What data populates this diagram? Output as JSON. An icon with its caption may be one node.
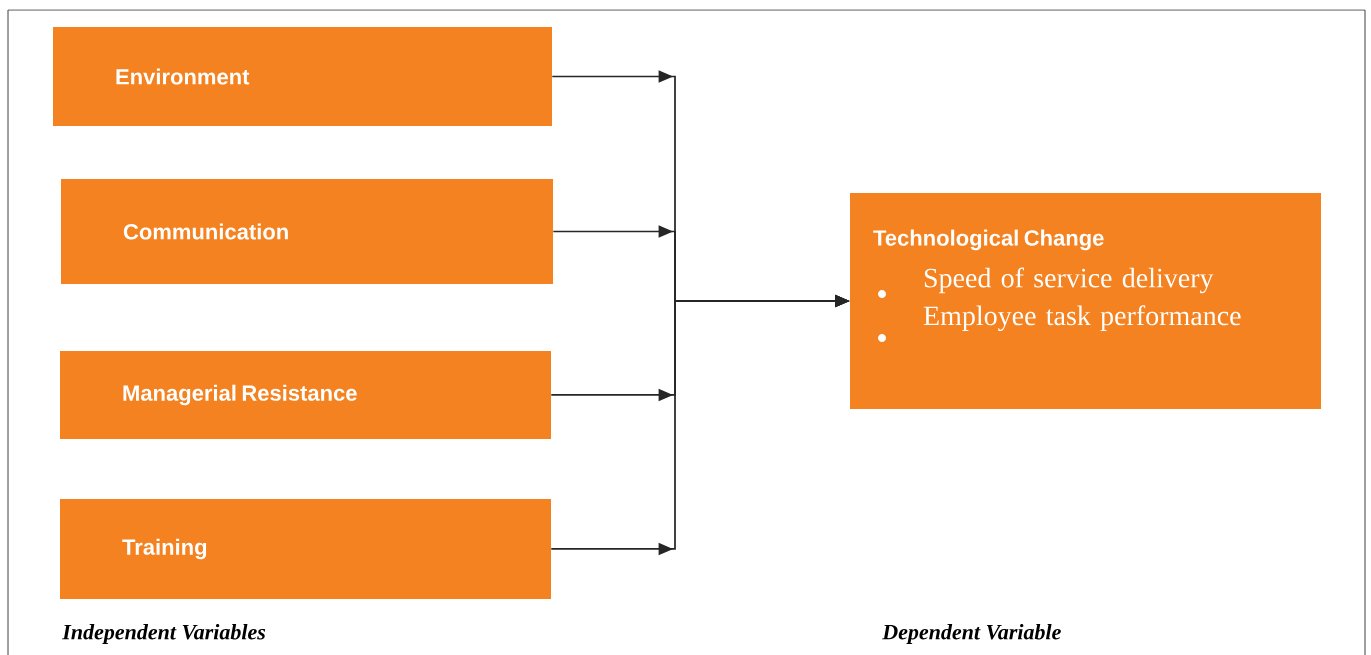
{
  "diagram": {
    "nodes": [
      {
        "text": [
          "Environment"
        ]
      },
      {
        "text": [
          "Communication"
        ]
      },
      {
        "text": [
          "Managerial Resistance"
        ]
      },
      {
        "text": [
          "Training"
        ]
      },
      {
        "text": [
          "Technological Change",
          "Speed of service delivery",
          "Employee task performance"
        ]
      }
    ],
    "edges": [
      {
        "from": 0,
        "to": 4,
        "arrow": "to"
      },
      {
        "from": 1,
        "to": 4,
        "arrow": "to"
      },
      {
        "from": 2,
        "to": 4,
        "arrow": "to"
      },
      {
        "from": 3,
        "to": 4,
        "arrow": "to"
      }
    ],
    "labels": [
      "Independent Variables",
      "Dependent Variable"
    ]
  }
}
